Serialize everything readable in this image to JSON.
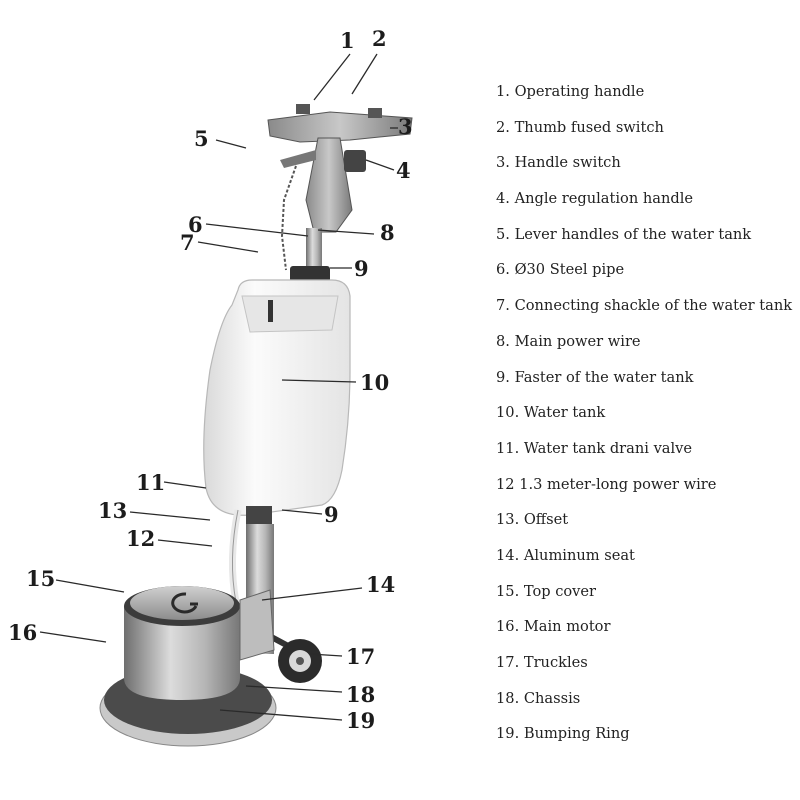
{
  "diagram": {
    "parts": [
      {
        "num": "1",
        "label": "1. Operating handle"
      },
      {
        "num": "2",
        "label": "2. Thumb fused switch"
      },
      {
        "num": "3",
        "label": "3. Handle switch"
      },
      {
        "num": "4",
        "label": "4. Angle regulation handle"
      },
      {
        "num": "5",
        "label": "5. Lever handles of the water tank"
      },
      {
        "num": "6",
        "label": "6. Ø30 Steel pipe"
      },
      {
        "num": "7",
        "label": "7. Connecting shackle of the water tank"
      },
      {
        "num": "8",
        "label": "8. Main power wire"
      },
      {
        "num": "9",
        "label": "9. Faster of the water tank"
      },
      {
        "num": "10",
        "label": "10. Water tank"
      },
      {
        "num": "11",
        "label": "11. Water tank drani valve"
      },
      {
        "num": "12",
        "label": "12 1.3 meter-long power wire"
      },
      {
        "num": "13",
        "label": "13. Offset"
      },
      {
        "num": "14",
        "label": "14. Aluminum seat"
      },
      {
        "num": "15",
        "label": "15. Top cover"
      },
      {
        "num": "16",
        "label": "16. Main motor"
      },
      {
        "num": "17",
        "label": "17. Truckles"
      },
      {
        "num": "18",
        "label": "18. Chassis"
      },
      {
        "num": "19",
        "label": "19. Bumping Ring"
      }
    ],
    "extra_callout": "9",
    "colors": {
      "text": "#222222",
      "line": "#2a2a2a",
      "plastic": "#f2f2f2",
      "metal": "#9a9a9a",
      "dark": "#333333"
    }
  }
}
